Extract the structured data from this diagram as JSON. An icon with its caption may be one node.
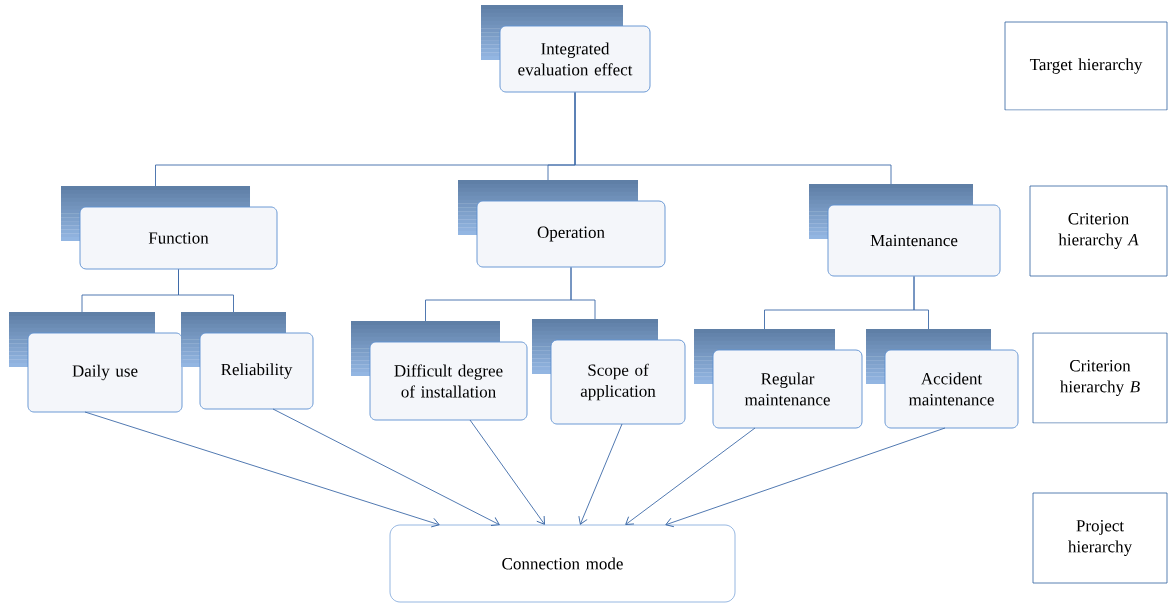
{
  "diagram": {
    "nodes": [
      {
        "text": [
          "Integrated evaluation effect"
        ]
      },
      {
        "text": [
          "Function"
        ]
      },
      {
        "text": [
          "Operation"
        ]
      },
      {
        "text": [
          "Maintenance"
        ]
      },
      {
        "text": [
          "Daily use"
        ]
      },
      {
        "text": [
          "Reliability"
        ]
      },
      {
        "text": [
          "Difficult degree of installation"
        ]
      },
      {
        "text": [
          "Scope of application"
        ]
      },
      {
        "text": [
          "Regular maintenance"
        ]
      },
      {
        "text": [
          "Accident maintenance"
        ]
      },
      {
        "text": [
          "Connection mode"
        ]
      },
      {
        "text": [
          "Target hierarchy"
        ]
      },
      {
        "text": [
          "Criterion hierarchy *A*"
        ]
      },
      {
        "text": [
          "Criterion hierarchy *B*"
        ]
      },
      {
        "text": [
          "Project hierarchy"
        ]
      }
    ],
    "edges": [
      {
        "from": 0,
        "to": 1,
        "arrow": "none"
      },
      {
        "from": 0,
        "to": 2,
        "arrow": "none"
      },
      {
        "from": 0,
        "to": 3,
        "arrow": "none"
      },
      {
        "from": 1,
        "to": 4,
        "arrow": "none"
      },
      {
        "from": 1,
        "to": 5,
        "arrow": "none"
      },
      {
        "from": 2,
        "to": 6,
        "arrow": "none"
      },
      {
        "from": 2,
        "to": 7,
        "arrow": "none"
      },
      {
        "from": 3,
        "to": 8,
        "arrow": "none"
      },
      {
        "from": 3,
        "to": 9,
        "arrow": "none"
      },
      {
        "from": 4,
        "to": 10,
        "arrow": "to"
      },
      {
        "from": 5,
        "to": 10,
        "arrow": "to"
      },
      {
        "from": 6,
        "to": 10,
        "arrow": "to"
      },
      {
        "from": 7,
        "to": 10,
        "arrow": "to"
      },
      {
        "from": 8,
        "to": 10,
        "arrow": "to"
      },
      {
        "from": 9,
        "to": 10,
        "arrow": "to"
      }
    ]
  }
}
